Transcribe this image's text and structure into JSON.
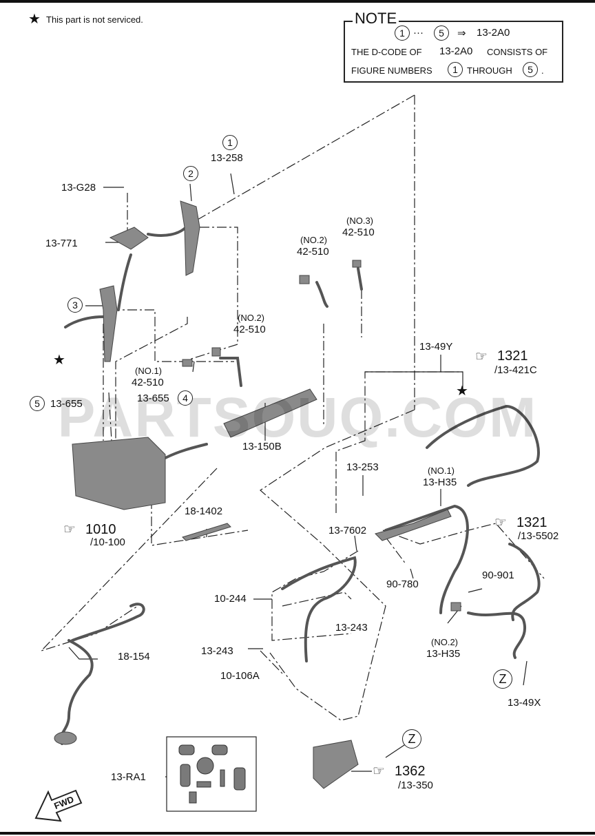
{
  "legend": {
    "star_note": "This part is not serviced."
  },
  "note": {
    "title": "NOTE",
    "line1_from": "1",
    "line1_dots": "···",
    "line1_to": "5",
    "line1_arrow": "⇒",
    "line1_code": "13-2A0",
    "line2": "THE D-CODE OF",
    "line2_code": "13-2A0",
    "line2_end": "CONSISTS OF",
    "line3": "FIGURE NUMBERS",
    "line3_from": "1",
    "line3_mid": "THROUGH",
    "line3_to": "5",
    "line3_end": "."
  },
  "callouts": {
    "c1": "1",
    "c2": "2",
    "c3": "3",
    "c4": "4",
    "c5": "5",
    "z1": "Z",
    "z2": "Z"
  },
  "labels": {
    "p13_258": "13-258",
    "p13_g28": "13-G28",
    "p13_771": "13-771",
    "no3": "(NO.3)",
    "p42_510_3": "42-510",
    "no2a": "(NO.2)",
    "p42_510_2a": "42-510",
    "no2b": "(NO.2)",
    "p42_510_2b": "42-510",
    "no1a": "(NO.1)",
    "p42_510_1": "42-510",
    "p13_655_left": "13-655",
    "p13_655_right": "13-655",
    "p13_150b": "13-150B",
    "p13_49y": "13-49Y",
    "ref1321a": "1321",
    "ref1321a_sub": "/13-421C",
    "p13_253": "13-253",
    "no1b": "(NO.1)",
    "p13_h35_1": "13-H35",
    "ref1010": "1010",
    "ref1010_sub": "/10-100",
    "p18_1402": "18-1402",
    "p13_7602": "13-7602",
    "ref1321b": "1321",
    "ref1321b_sub": "/13-5502",
    "p10_244": "10-244",
    "p90_780": "90-780",
    "p90_901": "90-901",
    "p13_243a": "13-243",
    "p13_243b": "13-243",
    "p18_154": "18-154",
    "no2c": "(NO.2)",
    "p13_h35_2": "13-H35",
    "p10_106a": "10-106A",
    "p13_49x": "13-49X",
    "p13_ra1": "13-RA1",
    "ref1362": "1362",
    "ref1362_sub": "/13-350",
    "fwd": "FWD"
  },
  "watermark": "PARTSOUQ.COM",
  "colors": {
    "ink": "#111111",
    "part": "#5a5a5a",
    "watermark": "#d8d8d8"
  }
}
